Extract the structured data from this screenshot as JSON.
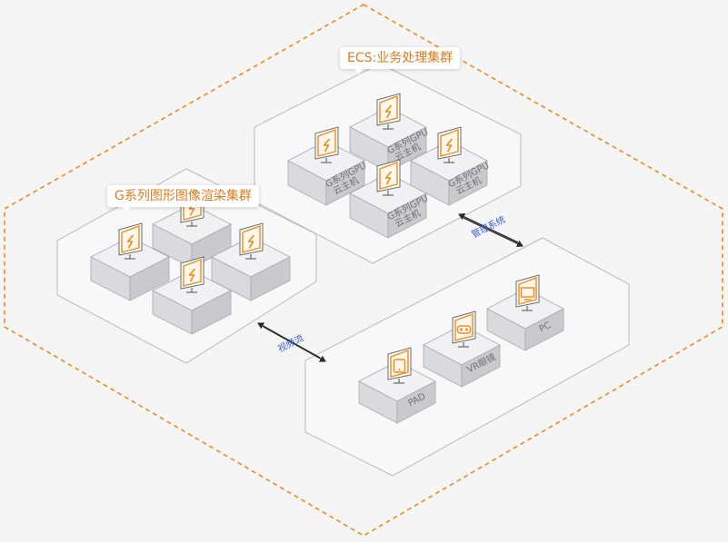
{
  "callouts": {
    "ecs_cluster": "ECS:业务处理集群",
    "g_cluster": "G系列图形图像渲染集群"
  },
  "ecs_hosts": [
    {
      "line1": "G系列GPU",
      "line2": "云主机"
    },
    {
      "line1": "G系列GPU",
      "line2": "云主机"
    },
    {
      "line1": "G系列GPU",
      "line2": "云主机"
    },
    {
      "line1": "G系列GPU",
      "line2": "云主机"
    }
  ],
  "clients": {
    "pc": "PC",
    "vr": "VR眼镜",
    "pad": "PAD"
  },
  "flows": {
    "management": "管理系统",
    "video": "视频流"
  },
  "colors": {
    "accent_orange": "#f08a1c",
    "flow_blue": "#3d5fd0",
    "box_top": "#f1f1f3",
    "box_left": "#dadade",
    "box_right": "#c9c9ce"
  }
}
